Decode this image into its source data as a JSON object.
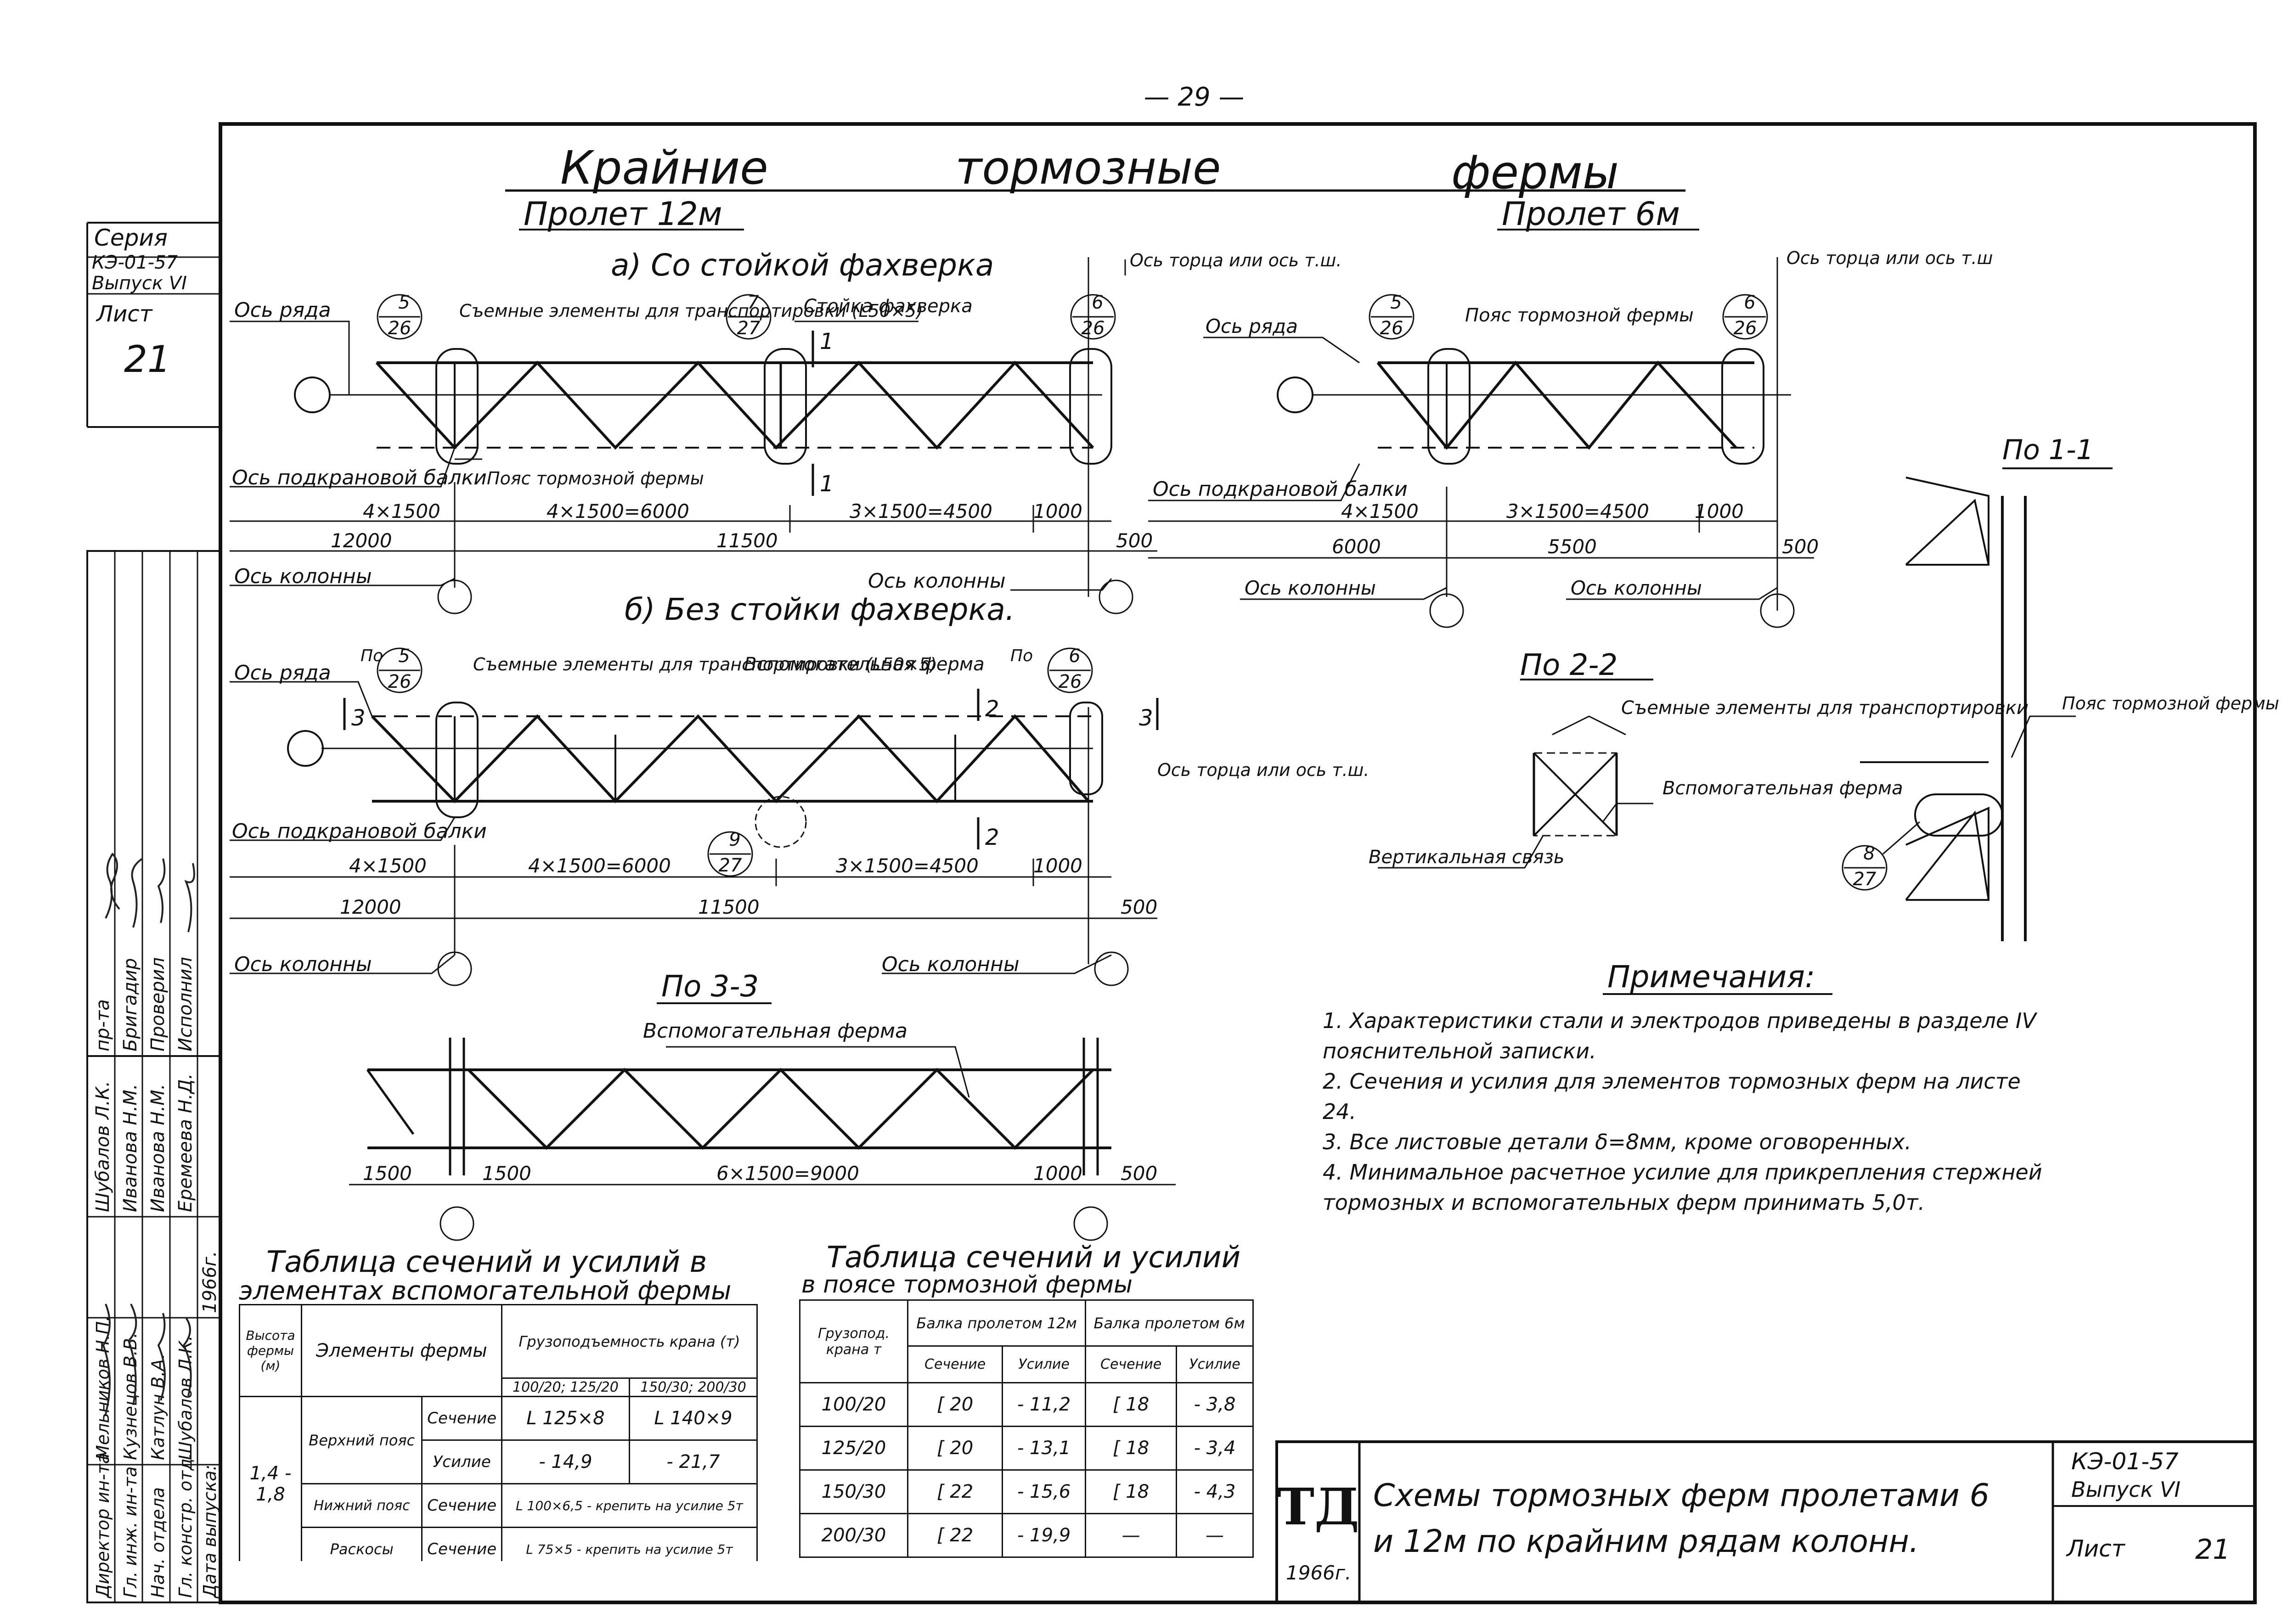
{
  "page_number": "— 29 —",
  "title": {
    "main_words": [
      "Крайние",
      "тормозные",
      "фермы"
    ],
    "span_12": "Пролет 12м",
    "span_6": "Пролет 6м"
  },
  "left_strip": {
    "series_label": "Серия",
    "series_code": "КЭ-01-57",
    "issue": "Выпуск VI",
    "sheet_label": "Лист",
    "sheet_no": "21",
    "approvals": [
      {
        "role": "Директор ин-та",
        "name": "Мельников Н.П.",
        "dept": "пр-та",
        "dept_name": "Шубалов Л.К."
      },
      {
        "role": "Гл. инж. ин-та",
        "name": "Кузнецов В.В.",
        "dept": "Бригадир",
        "dept_name": "Иванова Н.М."
      },
      {
        "role": "Нач. отдела",
        "name": "Катлун В.А.",
        "dept": "Проверил",
        "dept_name": "Иванова Н.М."
      },
      {
        "role": "Гл. констр. отд.",
        "name": "Шубалов Л.К.",
        "dept": "Исполнил",
        "dept_name": "Еремеева Н.Д."
      }
    ],
    "release_label": "Дата выпуска:",
    "release_year": "1966г."
  },
  "diagram_a": {
    "caption": "а) Со стойкой фахверка",
    "labels": {
      "row_axis": "Ось ряда",
      "removable": "Съемные элементы для транспортировки (L50×5)",
      "post": "Стойка фахверка",
      "end_axis": "Ось торца или ось т.ш.",
      "crane_axis": "Ось подкрановой балки",
      "brake_chord": "Пояс тормозной фермы",
      "col_axis_left": "Ось колонны",
      "col_axis_right": "Ось колонны"
    },
    "refs": [
      {
        "num": "5",
        "den": "26"
      },
      {
        "num": "7",
        "den": "27"
      },
      {
        "num": "6",
        "den": "26"
      }
    ],
    "section_mark": "1",
    "dims_top": [
      "4×1500",
      "4×1500=6000",
      "3×1500=4500",
      "1000"
    ],
    "dims_bottom": [
      "12000",
      "11500",
      "500"
    ]
  },
  "diagram_b": {
    "caption": "б) Без стойки фахверка.",
    "labels": {
      "row_axis": "Ось ряда",
      "removable": "Съемные элементы для транспортировки (L50×5)",
      "aux_truss": "Вспомогательная ферма",
      "end_axis": "Ось торца или ось т.ш.",
      "crane_axis": "Ось подкрановой балки",
      "col_axis_left": "Ось колонны",
      "col_axis_right": "Ось колонны",
      "po": "По"
    },
    "refs": [
      {
        "num": "5",
        "den": "26"
      },
      {
        "num": "6",
        "den": "26"
      },
      {
        "num": "9",
        "den": "27"
      }
    ],
    "section_marks": [
      "3",
      "2"
    ],
    "dims_top": [
      "4×1500",
      "4×1500=6000",
      "3×1500=4500",
      "1000"
    ],
    "dims_bottom": [
      "12000",
      "11500",
      "500"
    ]
  },
  "diagram_6m": {
    "labels": {
      "row_axis": "Ось ряда",
      "brake_chord": "Пояс тормозной фермы",
      "end_axis": "Ось торца или ось т.ш",
      "crane_axis": "Ось подкрановой балки",
      "col_axis_left": "Ось колонны",
      "col_axis_right": "Ось колонны"
    },
    "refs": [
      {
        "num": "5",
        "den": "26"
      },
      {
        "num": "6",
        "den": "26"
      }
    ],
    "dims_top": [
      "4×1500",
      "3×1500=4500",
      "1000"
    ],
    "dims_bottom": [
      "6000",
      "5500",
      "500"
    ]
  },
  "section_11": {
    "title": "По 1-1",
    "chord_label": "Пояс тормозной фермы",
    "ref": {
      "num": "8",
      "den": "27"
    }
  },
  "section_22": {
    "title": "По 2-2",
    "removable": "Съемные элементы для транспортировки",
    "aux_truss": "Вспомогательная ферма",
    "vertical": "Вертикальная связь"
  },
  "section_33": {
    "title": "По 3-3",
    "aux_truss": "Вспомогательная ферма",
    "dims": [
      "1500",
      "1500",
      "6×1500=9000",
      "1000",
      "500"
    ]
  },
  "notes": {
    "title": "Примечания:",
    "items": [
      "1. Характеристики стали и электродов приведены в разделе IV пояснительной записки.",
      "2. Сечения и усилия для элементов тормозных ферм на листе 24.",
      "3. Все листовые детали δ=8мм, кроме оговоренных.",
      "4. Минимальное расчетное усилие для прикрепления стержней тормозных и вспомогательных ферм принимать 5,0т."
    ]
  },
  "table_aux": {
    "title_1": "Таблица сечений и усилий в",
    "title_2": "элементах вспомогательной фермы",
    "h_height": "Высота фермы (м)",
    "h_elements": "Элементы фермы",
    "h_capacity": "Грузоподъемность крана (т)",
    "h_cap_a": "100/20; 125/20",
    "h_cap_b": "150/30; 200/30",
    "height": "1,4 - 1,8",
    "top_chord": "Верхний пояс",
    "bottom_chord": "Нижний пояс",
    "braces": "Раскосы",
    "section": "Сечение",
    "force": "Усилие",
    "r1a": "L 125×8",
    "r1b": "L 140×9",
    "r2a": "- 14,9",
    "r2b": "- 21,7",
    "r3": "L 100×6,5 - крепить на усилие 5т",
    "r4": "L 75×5 - крепить на усилие 5т"
  },
  "table_chord": {
    "title_1": "Таблица сечений и усилий",
    "title_2": "в поясе тормозной фермы",
    "h_capacity": "Грузопод. крана т",
    "h_beam12": "Балка пролетом 12м",
    "h_beam6": "Балка пролетом 6м",
    "section": "Сечение",
    "force": "Усилие",
    "rows": [
      [
        "100/20",
        "[ 20",
        "- 11,2",
        "[ 18",
        "- 3,8"
      ],
      [
        "125/20",
        "[ 20",
        "- 13,1",
        "[ 18",
        "- 3,4"
      ],
      [
        "150/30",
        "[ 22",
        "- 15,6",
        "[ 18",
        "- 4,3"
      ],
      [
        "200/30",
        "[ 22",
        "- 19,9",
        "—",
        "—"
      ]
    ]
  },
  "stamp": {
    "logo": "ТД",
    "year": "1966г.",
    "title_1": "Схемы тормозных ферм пролетами 6",
    "title_2": "и 12м по крайним рядам колонн.",
    "code": "КЭ-01-57",
    "issue": "Выпуск VI",
    "sheet_label": "Лист",
    "sheet_no": "21"
  }
}
